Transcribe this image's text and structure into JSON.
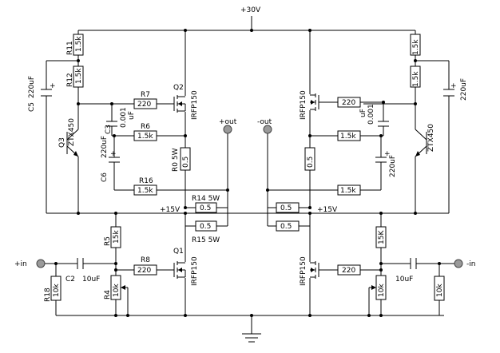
{
  "rails": {
    "top": "+30V",
    "mid_left": "+15V",
    "mid_right": "+15V"
  },
  "outputs": {
    "pos": "+out",
    "neg": "-out"
  },
  "inputs": {
    "pos": "+in",
    "neg": "-in"
  },
  "left": {
    "r11": "R11",
    "r11_val": "1.5k",
    "r12": "R12",
    "r12_val": "1.5k",
    "c5": "C5",
    "c5_val": "220uF",
    "q3": "Q3",
    "q3_part": "ZTX450",
    "c3": "C3",
    "c3_val1": "0.001",
    "c3_val2": "uF",
    "c6": "C6",
    "c6_val": "220uF",
    "r7": "R7",
    "r7_val": "220",
    "r6": "R6",
    "r6_val": "1.5k",
    "r16": "R16",
    "r16_val": "1.5k",
    "q2": "Q2",
    "q2_part": "IRFP150",
    "r0": "R0 5W",
    "r0_val": "0.5",
    "r14": "R14 5W",
    "r14_val": "0.5",
    "r15": "R15 5W",
    "r15_val": "0.5",
    "r5": "R5",
    "r5_val": "15k",
    "q1": "Q1",
    "q1_part": "IRFP150",
    "r8": "R8",
    "r8_val": "220",
    "c2": "C2",
    "c2_val": "10uF",
    "r18": "R18",
    "r18_val": "10k",
    "r4": "R4",
    "r4_val": "10k"
  },
  "right": {
    "r_top1": "1.5k",
    "r_top2": "1.5k",
    "c_top": "220uF",
    "q_part": "ZTX450",
    "irfp_top": "IRFP150",
    "r_220_top": "220",
    "c_small1": "0.001",
    "c_small2": "uF",
    "r_mid": "1.5k",
    "c_mid": "220uF",
    "r_out": "0.5",
    "r_bot": "1.5k",
    "r_p1": "0.5",
    "r_p2": "0.5",
    "r_15k": "15K",
    "irfp_bot": "IRFP150",
    "r_220_bot": "220",
    "c_in": "10uF",
    "r_pot": "10k",
    "r_in": "10k"
  }
}
